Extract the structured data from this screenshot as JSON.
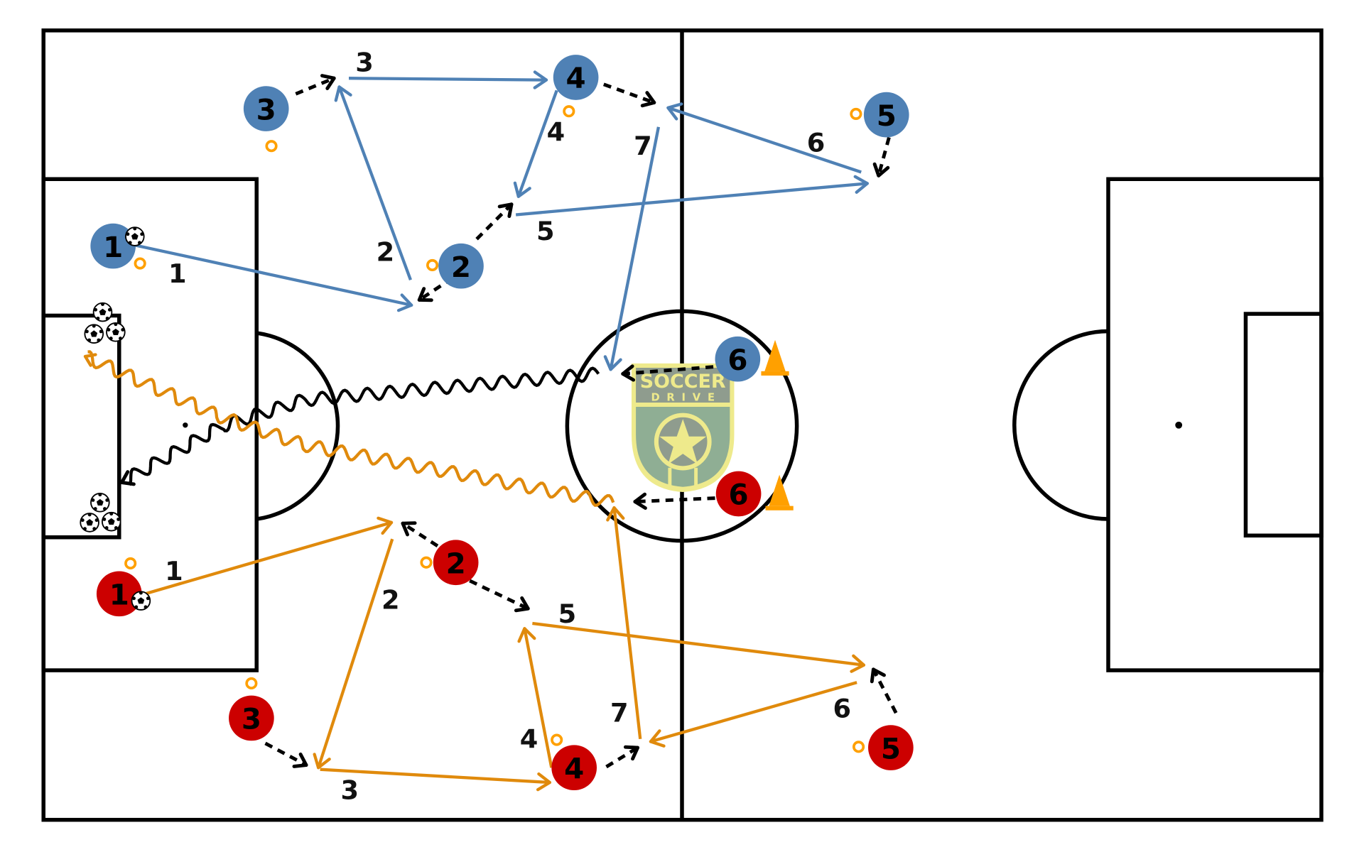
{
  "colors": {
    "blue_team": "#4f81b5",
    "red_team": "#cc0000",
    "blue_pass": "#4f81b5",
    "red_pass": "#e08a0c",
    "cone": "#ffa000",
    "run": "#000000",
    "logo_green": "#8fae94",
    "logo_yellow": "#eeea8c"
  },
  "logo": {
    "line1": "SOCCER",
    "line2": "DRIVE"
  },
  "blue_players": [
    "1",
    "2",
    "3",
    "4",
    "5",
    "6"
  ],
  "red_players": [
    "1",
    "2",
    "3",
    "4",
    "5",
    "6"
  ],
  "blue_pass_labels": [
    "1",
    "2",
    "3",
    "4",
    "5",
    "6",
    "7"
  ],
  "red_pass_labels": [
    "1",
    "2",
    "3",
    "4",
    "5",
    "6",
    "7"
  ]
}
